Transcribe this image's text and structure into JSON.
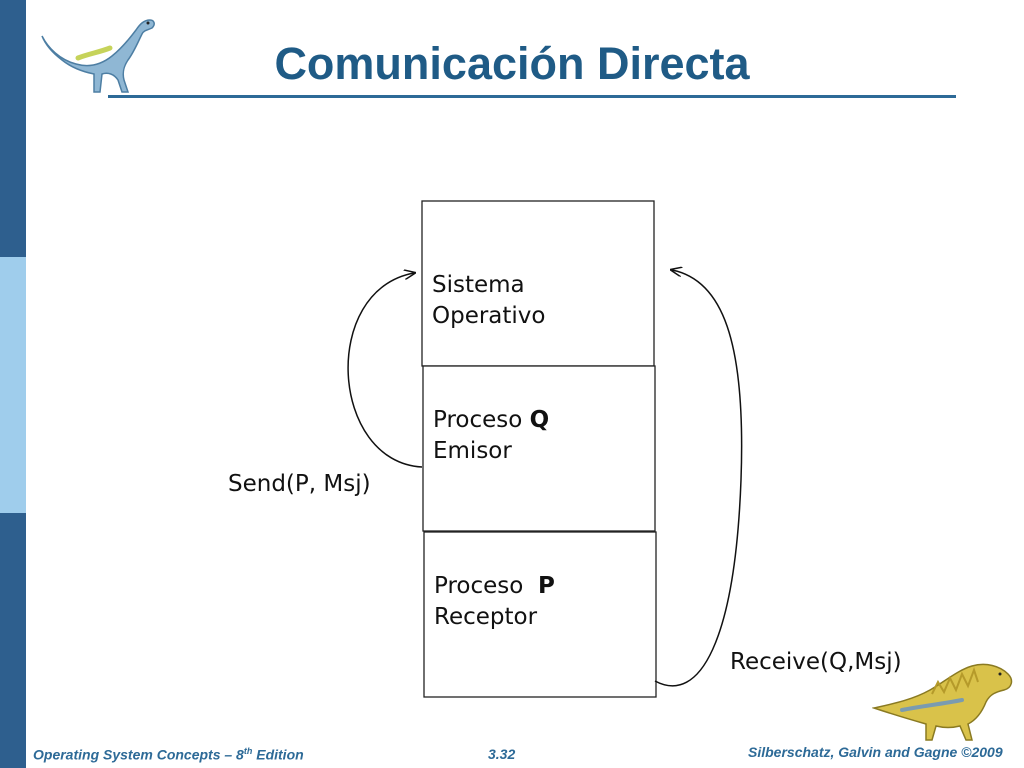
{
  "slide": {
    "title": "Comunicación Directa"
  },
  "diagram": {
    "boxes": [
      {
        "line1": "Sistema",
        "line2": "Operativo"
      },
      {
        "line1_plain": "Proceso ",
        "line1_bold": "Q",
        "line2": "Emisor"
      },
      {
        "line1_plain": "Proceso  ",
        "line1_bold": "P",
        "line2": "Receptor"
      }
    ],
    "send_label": "Send(P, Msj)",
    "receive_label": "Receive(Q,Msj)"
  },
  "footer": {
    "book": "Operating System Concepts – 8",
    "edition_sup": "th",
    "edition_word": " Edition",
    "page": "3.32",
    "authors": "Silberschatz, Galvin and Gagne ©2009"
  },
  "colors": {
    "sidebar_dark": "#2e5f8e",
    "sidebar_light": "#9fcdec",
    "title": "#1f5b86"
  },
  "icons": [
    "dinosaur-top-icon",
    "dinosaur-bottom-icon"
  ]
}
